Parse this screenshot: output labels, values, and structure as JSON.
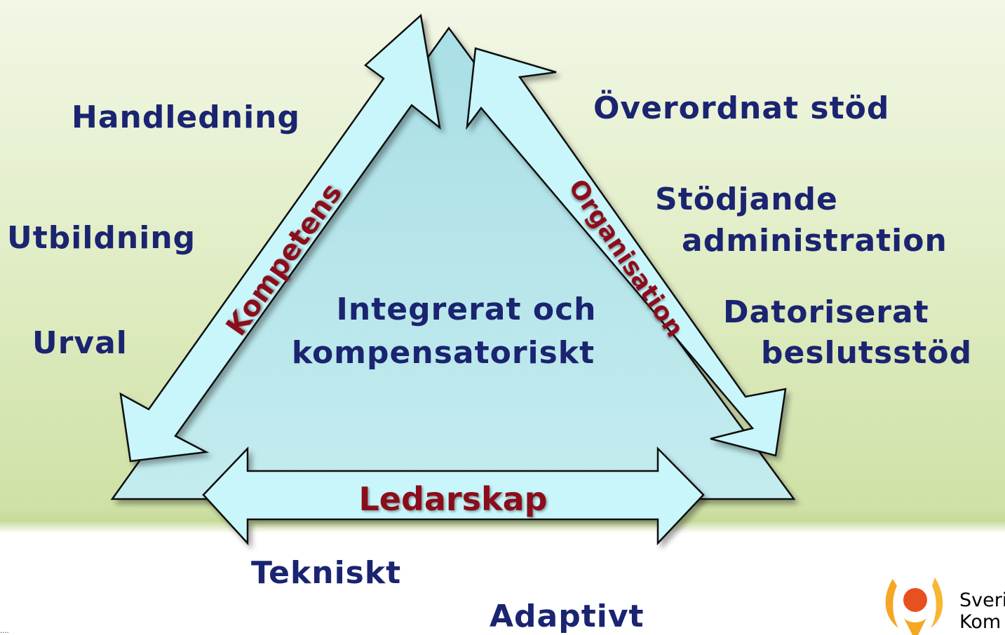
{
  "left_labels": {
    "handledning": "Handledning",
    "utbildning": "Utbildning",
    "urval": "Urval"
  },
  "right_labels": {
    "overordnat_stod": "Överordnat stöd",
    "stodjande_line1": "Stödjande",
    "stodjande_line2": "administration",
    "datoriserat_line1": "Datoriserat",
    "datoriserat_line2": "beslutsstöd"
  },
  "bottom_labels": {
    "tekniskt": "Tekniskt",
    "adaptivt": "Adaptivt"
  },
  "triangle": {
    "center_line1": "Integrerat och",
    "center_line2": "kompensatoriskt",
    "left_arrow_label": "Kompetens",
    "right_arrow_label": "Organisation",
    "bottom_arrow_label": "Ledarskap"
  },
  "logo": {
    "text_line1": "Sveri",
    "text_line2": "Kom"
  },
  "footer": {
    "mark": "...."
  },
  "colors": {
    "label_blue": "#1a2470",
    "arrow_label_red": "#8b0d1a",
    "triangle_fill": "#b4e4ea",
    "arrow_fill": "#c8f6fa"
  }
}
